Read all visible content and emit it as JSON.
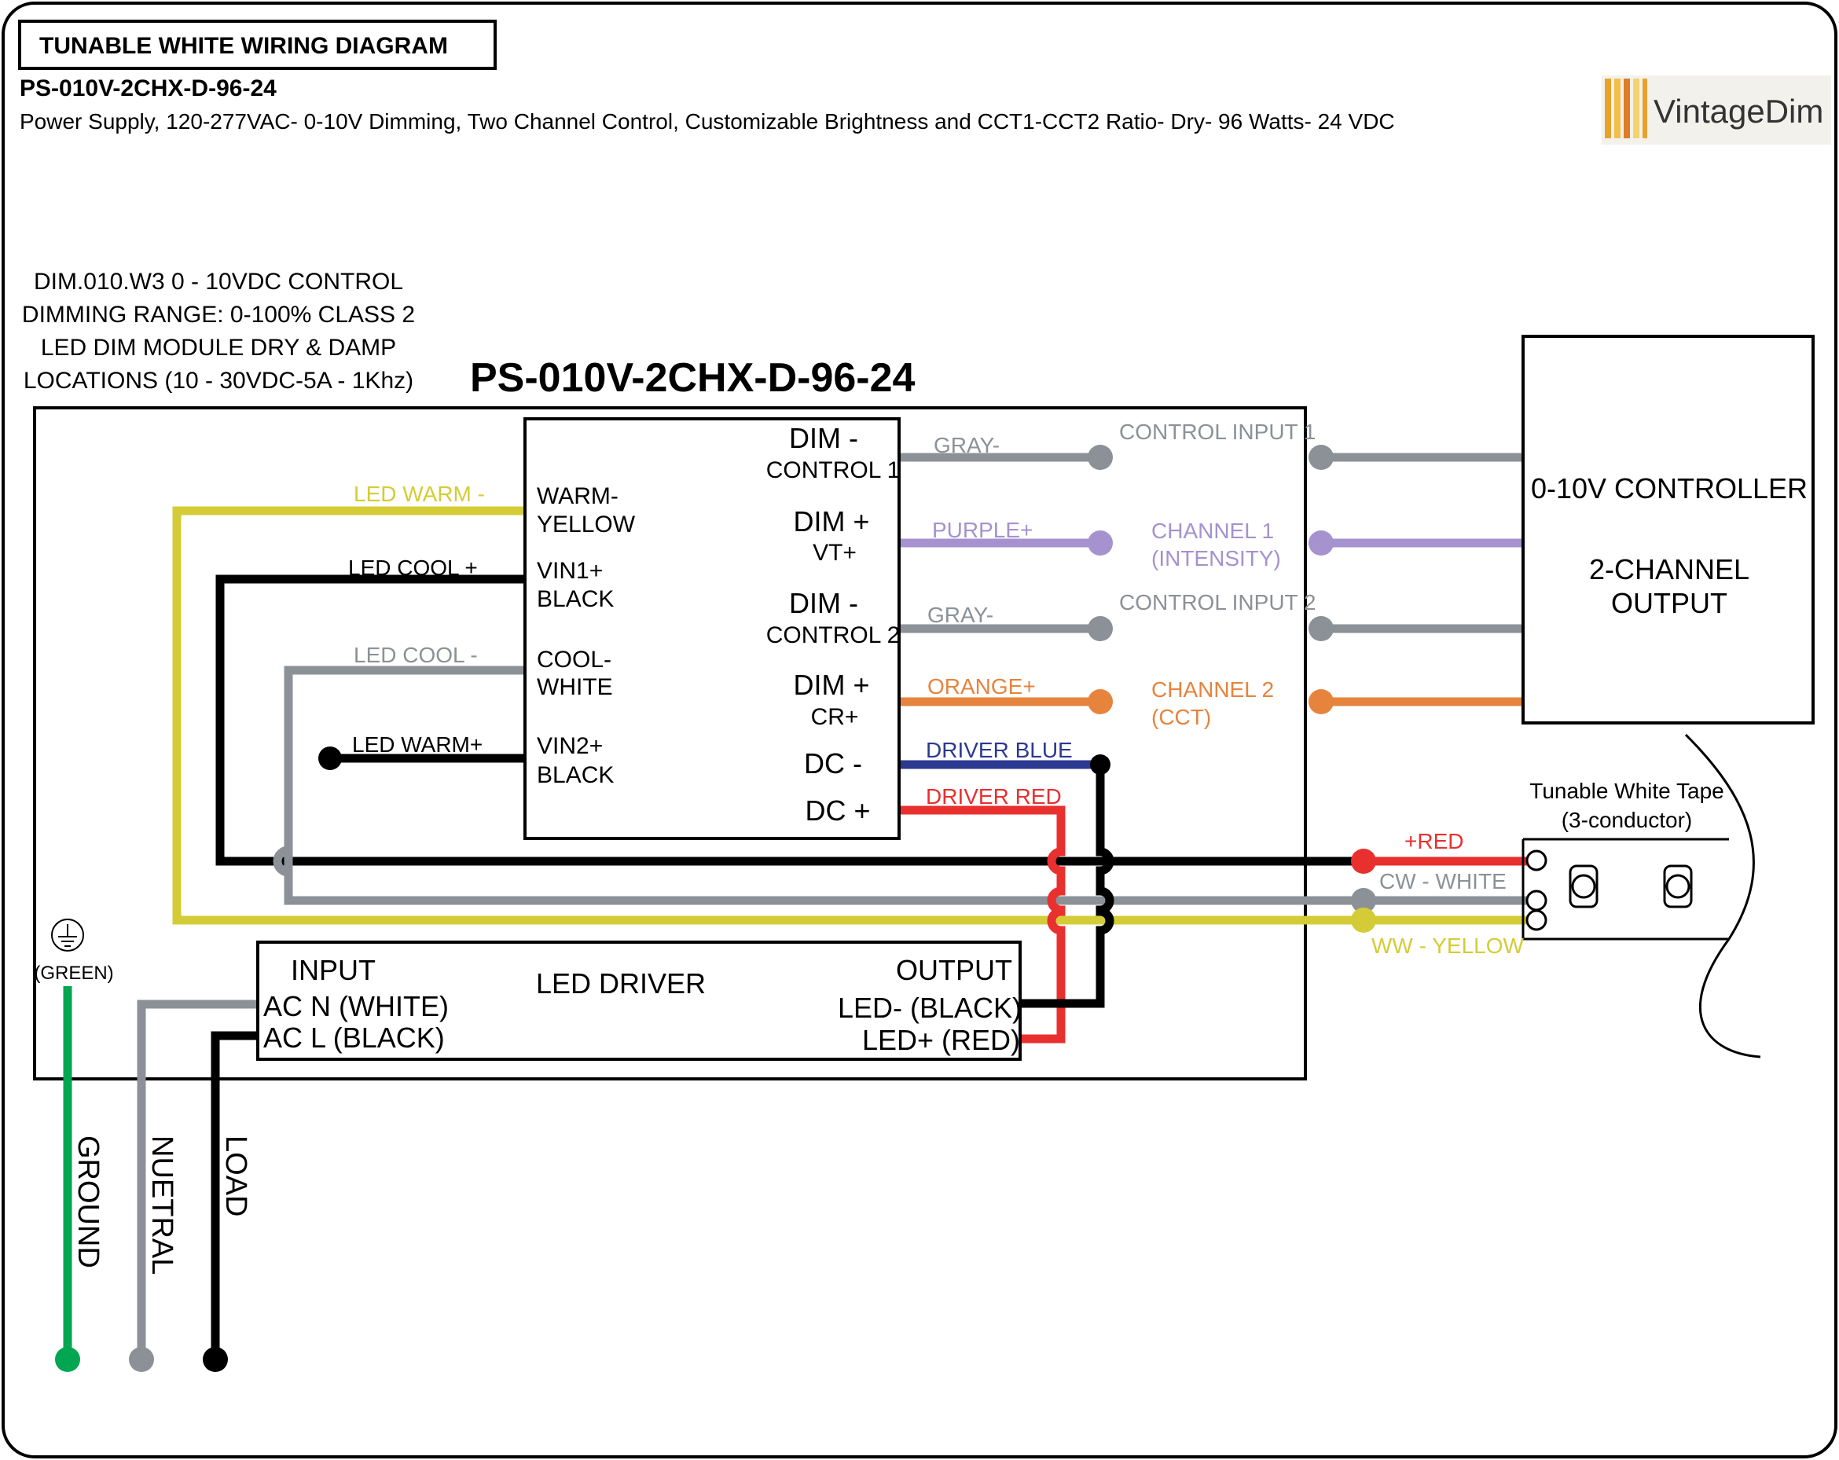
{
  "header": {
    "title": "TUNABLE WHITE WIRING DIAGRAM",
    "model": "PS-010V-2CHX-D-96-24",
    "description": "Power Supply, 120-277VAC- 0-10V Dimming, Two Channel Control, Customizable Brightness and CCT1-CCT2 Ratio- Dry- 96 Watts- 24 VDC"
  },
  "logo": {
    "text": "VintageDim",
    "stripe_colors": [
      "#e8a22c",
      "#f2c04a",
      "#e07b26",
      "#f6d36e"
    ]
  },
  "dim_note": [
    "DIM.010.W3 0 - 10VDC CONTROL",
    "DIMMING RANGE: 0-100% CLASS 2",
    "LED DIM MODULE DRY & DAMP",
    "LOCATIONS (10 - 30VDC-5A - 1Khz)"
  ],
  "module": {
    "title": "PS-010V-2CHX-D-96-24",
    "left_terminals": [
      {
        "line1": "WARM-",
        "line2": "YELLOW"
      },
      {
        "line1": "VIN1+",
        "line2": "BLACK"
      },
      {
        "line1": "COOL-",
        "line2": "WHITE"
      },
      {
        "line1": "VIN2+",
        "line2": "BLACK"
      }
    ],
    "right_terminals": [
      {
        "line1": "DIM -",
        "line2": "CONTROL 1"
      },
      {
        "line1": "DIM +",
        "line2": "VT+"
      },
      {
        "line1": "DIM -",
        "line2": "CONTROL 2"
      },
      {
        "line1": "DIM +",
        "line2": "CR+"
      },
      {
        "line1": "DC -",
        "line2": ""
      },
      {
        "line1": "DC +",
        "line2": ""
      }
    ]
  },
  "led_labels": {
    "warm_minus": "LED WARM -",
    "cool_plus": "LED COOL +",
    "cool_minus": "LED COOL -",
    "warm_plus": "LED WARM+"
  },
  "wire_labels": {
    "gray1": "GRAY-",
    "purple": "PURPLE+",
    "gray2": "GRAY-",
    "orange": "ORANGE+",
    "driver_blue": "DRIVER BLUE",
    "driver_red": "DRIVER RED"
  },
  "control_labels": {
    "input1": "CONTROL INPUT 1",
    "ch1_line1": "CHANNEL 1",
    "ch1_line2": "(INTENSITY)",
    "input2": "CONTROL INPUT 2",
    "ch2_line1": "CHANNEL 2",
    "ch2_line2": "(CCT)"
  },
  "controller": {
    "line1": "0-10V CONTROLLER",
    "line2": "2-CHANNEL",
    "line3": "OUTPUT"
  },
  "tape": {
    "title_line1": "Tunable White Tape",
    "title_line2": "(3-conductor)",
    "red_label": "+RED",
    "white_label": "CW - WHITE",
    "yellow_label": "WW - YELLOW"
  },
  "driver": {
    "input_label": "INPUT",
    "title": "LED DRIVER",
    "output_label": "OUTPUT",
    "ac_n": "AC N (WHITE)",
    "ac_l": "AC L (BLACK)",
    "led_minus": "LED- (BLACK)",
    "led_plus": "LED+ (RED)"
  },
  "mains": {
    "ground_symbol_label": "(GREEN)",
    "ground": "GROUND",
    "neutral": "NUETRAL",
    "load": "LOAD"
  },
  "colors": {
    "yellow": "#d4cc36",
    "black": "#000000",
    "gray": "#8c9197",
    "purple": "#a592cf",
    "orange": "#e6843e",
    "blue": "#2b3990",
    "red": "#e8302f",
    "green": "#00a651"
  }
}
